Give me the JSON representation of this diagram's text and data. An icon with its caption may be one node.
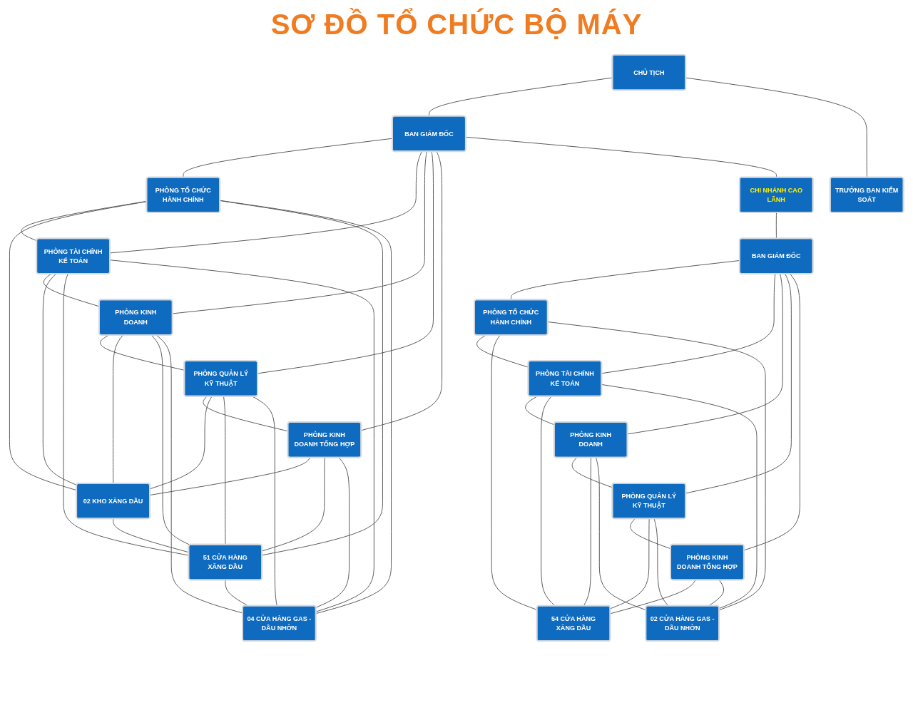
{
  "diagram": {
    "title": "SƠ ĐỒ TỔ CHỨC BỘ MÁY",
    "nodes": [
      {
        "text": [
          "CHỦ TỊCH"
        ]
      },
      {
        "text": [
          "TRƯỞNG BAN KIỂM SOÁT"
        ]
      },
      {
        "text": [
          "BAN GIÁM ĐỐC"
        ]
      },
      {
        "text": [
          "PHÒNG TỔ CHỨC HÀNH CHÍNH"
        ]
      },
      {
        "text": [
          "PHÒNG TÀI CHÍNH KẾ TOÁN"
        ]
      },
      {
        "text": [
          "PHÒNG KINH DOANH"
        ]
      },
      {
        "text": [
          "PHÒNG QUẢN LÝ KỸ THUẬT"
        ]
      },
      {
        "text": [
          "PHÒNG KINH DOANH TỔNG HỢP"
        ]
      },
      {
        "text": [
          "CHI NHÁNH CAO LÃNH"
        ]
      },
      {
        "text": [
          "02 KHO XĂNG DẦU"
        ]
      },
      {
        "text": [
          "51 CỬA HÀNG XĂNG DẦU"
        ]
      },
      {
        "text": [
          "04 CỬA HÀNG GAS - DẦU NHỜN"
        ]
      },
      {
        "text": [
          "BAN GIÁM ĐỐC"
        ]
      },
      {
        "text": [
          "PHÒNG TỔ CHỨC HÀNH CHÍNH"
        ]
      },
      {
        "text": [
          "PHÒNG TÀI CHÍNH KẾ TOÁN"
        ]
      },
      {
        "text": [
          "PHÒNG KINH DOANH"
        ]
      },
      {
        "text": [
          "PHÒNG QUẢN LÝ KỸ THUẬT"
        ]
      },
      {
        "text": [
          "PHÒNG KINH DOANH TỔNG HỢP"
        ]
      },
      {
        "text": [
          "54 CỬA HÀNG XĂNG DẦU"
        ]
      },
      {
        "text": [
          "02 CỬA HÀNG GAS - DẦU NHỜN"
        ]
      }
    ],
    "edges": [
      {
        "from": 0,
        "to": 2,
        "arrow": "none"
      },
      {
        "from": 0,
        "to": 1,
        "arrow": "none"
      },
      {
        "from": 2,
        "to": 3,
        "arrow": "none"
      },
      {
        "from": 2,
        "to": 4,
        "arrow": "none"
      },
      {
        "from": 2,
        "to": 5,
        "arrow": "none"
      },
      {
        "from": 2,
        "to": 6,
        "arrow": "none"
      },
      {
        "from": 2,
        "to": 7,
        "arrow": "none"
      },
      {
        "from": 2,
        "to": 8,
        "arrow": "none"
      },
      {
        "from": 3,
        "to": 4,
        "arrow": "none"
      },
      {
        "from": 4,
        "to": 5,
        "arrow": "none"
      },
      {
        "from": 5,
        "to": 6,
        "arrow": "none"
      },
      {
        "from": 6,
        "to": 7,
        "arrow": "none"
      },
      {
        "from": 3,
        "to": 9,
        "arrow": "none"
      },
      {
        "from": 3,
        "to": 10,
        "arrow": "none"
      },
      {
        "from": 3,
        "to": 11,
        "arrow": "none"
      },
      {
        "from": 4,
        "to": 9,
        "arrow": "none"
      },
      {
        "from": 4,
        "to": 10,
        "arrow": "none"
      },
      {
        "from": 4,
        "to": 11,
        "arrow": "none"
      },
      {
        "from": 5,
        "to": 9,
        "arrow": "none"
      },
      {
        "from": 5,
        "to": 10,
        "arrow": "none"
      },
      {
        "from": 5,
        "to": 11,
        "arrow": "none"
      },
      {
        "from": 6,
        "to": 9,
        "arrow": "none"
      },
      {
        "from": 6,
        "to": 10,
        "arrow": "none"
      },
      {
        "from": 6,
        "to": 11,
        "arrow": "none"
      },
      {
        "from": 7,
        "to": 9,
        "arrow": "none"
      },
      {
        "from": 7,
        "to": 10,
        "arrow": "none"
      },
      {
        "from": 7,
        "to": 11,
        "arrow": "none"
      },
      {
        "from": 9,
        "to": 10,
        "arrow": "none"
      },
      {
        "from": 10,
        "to": 11,
        "arrow": "none"
      },
      {
        "from": 8,
        "to": 12,
        "arrow": "none"
      },
      {
        "from": 12,
        "to": 13,
        "arrow": "none"
      },
      {
        "from": 12,
        "to": 14,
        "arrow": "none"
      },
      {
        "from": 12,
        "to": 15,
        "arrow": "none"
      },
      {
        "from": 12,
        "to": 16,
        "arrow": "none"
      },
      {
        "from": 12,
        "to": 17,
        "arrow": "none"
      },
      {
        "from": 13,
        "to": 14,
        "arrow": "none"
      },
      {
        "from": 14,
        "to": 15,
        "arrow": "none"
      },
      {
        "from": 15,
        "to": 16,
        "arrow": "none"
      },
      {
        "from": 16,
        "to": 17,
        "arrow": "none"
      },
      {
        "from": 13,
        "to": 18,
        "arrow": "none"
      },
      {
        "from": 13,
        "to": 19,
        "arrow": "none"
      },
      {
        "from": 14,
        "to": 18,
        "arrow": "none"
      },
      {
        "from": 14,
        "to": 19,
        "arrow": "none"
      },
      {
        "from": 15,
        "to": 18,
        "arrow": "none"
      },
      {
        "from": 15,
        "to": 19,
        "arrow": "none"
      },
      {
        "from": 16,
        "to": 18,
        "arrow": "none"
      },
      {
        "from": 16,
        "to": 19,
        "arrow": "none"
      },
      {
        "from": 17,
        "to": 18,
        "arrow": "none"
      },
      {
        "from": 17,
        "to": 19,
        "arrow": "none"
      }
    ]
  }
}
